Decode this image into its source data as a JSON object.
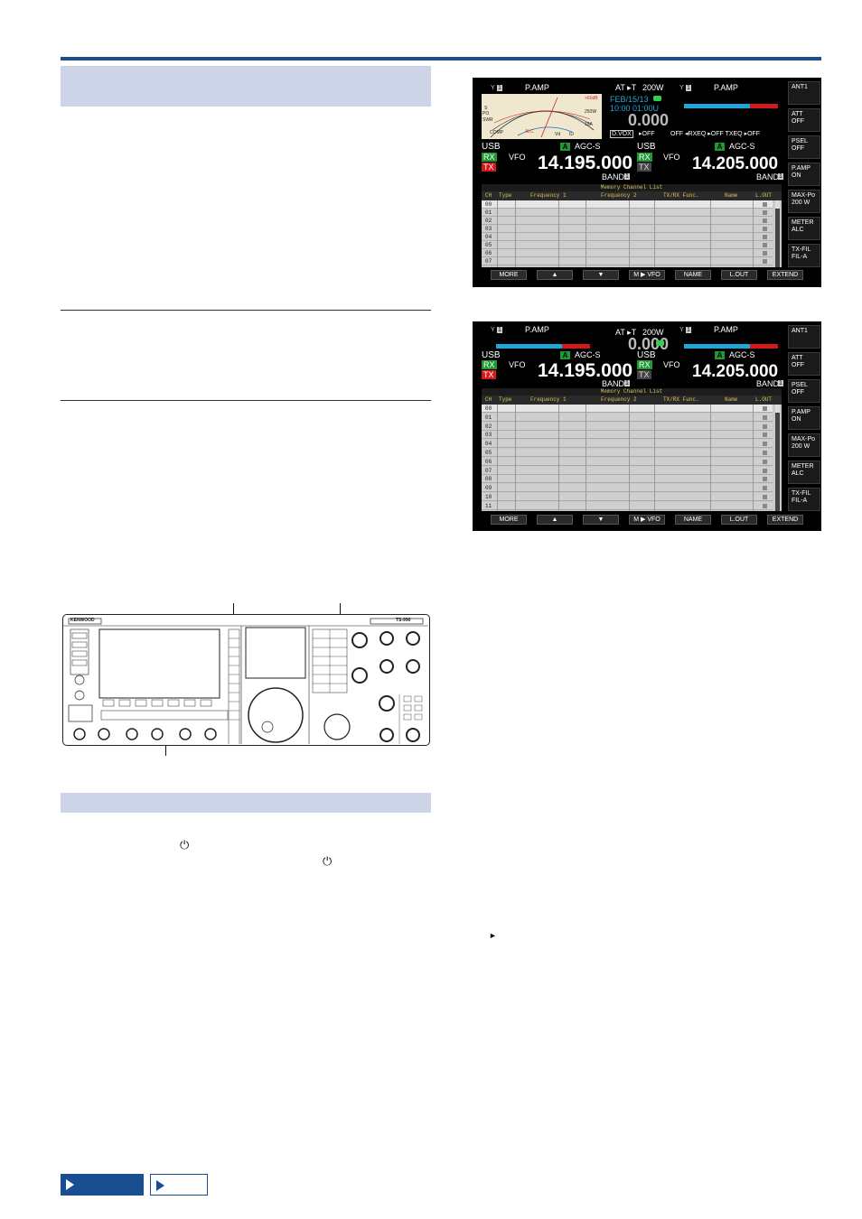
{
  "page": {
    "accent": "#1a4e93",
    "header_fill": "#cdd4e8"
  },
  "power_glyph": "⏻",
  "arrow_glyph": "►",
  "screens": [
    {
      "variant": "meter",
      "left": {
        "antenna": "1",
        "preamp": "P.AMP",
        "mode": "USB",
        "rx": "RX",
        "tx": "TX",
        "vfo": "VFO",
        "agc": "AGC-S",
        "a": "A",
        "freq": "14.195.000",
        "band": "BAND",
        "band_no": "1"
      },
      "center": {
        "at": "AT ▸T",
        "power": "200W",
        "date": "FEB/15/13",
        "time": "10:00 01:00U",
        "offset": "0.000",
        "dvox": "D.VOX",
        "dvox_state": "▸OFF"
      },
      "right": {
        "antenna": "1",
        "preamp": "P.AMP",
        "mode": "USB",
        "rx": "RX",
        "tx": "TX",
        "vfo": "VFO",
        "agc": "AGC-S",
        "a": "A",
        "freq": "14.205.000",
        "band": "BAND",
        "band_no": "1",
        "status": "OFF ◂RXEQ ▸OFF  TXEQ ▸OFF"
      },
      "meter_labels": {
        "s": "S",
        "po": "PO",
        "swr": "SWR",
        "comp": "COMP",
        "alc": "ALC",
        "id": "ID",
        "vd": "Vd",
        "w250": "250W",
        "a15": "15A",
        "db": "+60dB"
      },
      "table_title": "Memory Channel List",
      "rows": [
        "00",
        "01",
        "02",
        "03",
        "04",
        "05",
        "06",
        "07"
      ]
    },
    {
      "variant": "compact",
      "left": {
        "antenna": "1",
        "preamp": "P.AMP",
        "mode": "USB",
        "rx": "RX",
        "tx": "TX",
        "vfo": "VFO",
        "agc": "AGC-S",
        "a": "A",
        "freq": "14.195.000",
        "band": "BAND",
        "band_no": "1"
      },
      "center": {
        "at": "AT ▸T",
        "power": "200W",
        "offset": "0.000"
      },
      "right": {
        "antenna": "1",
        "preamp": "P.AMP",
        "mode": "USB",
        "rx": "RX",
        "tx": "TX",
        "vfo": "VFO",
        "agc": "AGC-S",
        "a": "A",
        "freq": "14.205.000",
        "band": "BAND",
        "band_no": "1"
      },
      "table_title": "Memory Channel List",
      "rows": [
        "00",
        "01",
        "02",
        "03",
        "04",
        "05",
        "06",
        "07",
        "08",
        "09",
        "10",
        "11"
      ]
    }
  ],
  "table_headers": [
    "CH",
    "Type",
    "Frequency 1",
    "Frequency 2",
    "TX/RX Func.",
    "Name",
    "L.OUT"
  ],
  "side_buttons": [
    [
      "ANT1",
      ""
    ],
    [
      "ATT",
      "OFF"
    ],
    [
      "PSEL",
      "OFF"
    ],
    [
      "P.AMP",
      "ON"
    ],
    [
      "MAX-Po",
      "200 W"
    ],
    [
      "METER",
      "ALC"
    ],
    [
      "TX-FIL",
      "FIL-A"
    ]
  ],
  "function_keys": [
    "MORE",
    "▲",
    "▼",
    "M ▶ VFO",
    "NAME",
    "L.OUT",
    "EXTEND"
  ],
  "radio": {
    "brand": "KENWOOD",
    "model": "TS-990"
  }
}
